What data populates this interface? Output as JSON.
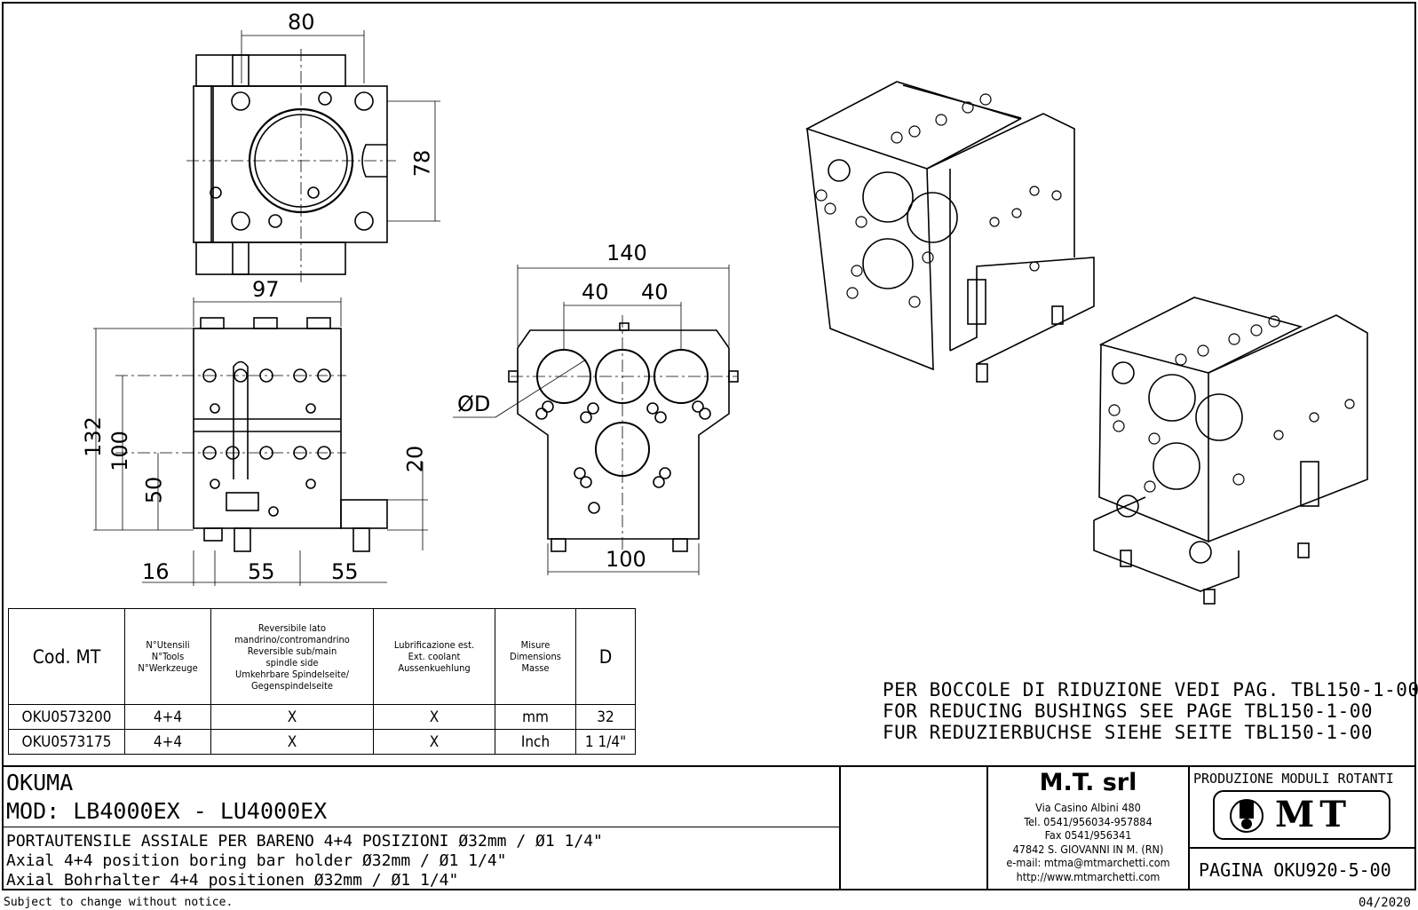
{
  "dimensions": {
    "top_width": "80",
    "top_height": "78",
    "side_width": "97",
    "side_total_height": "132",
    "side_mid_height": "100",
    "side_low_height": "50",
    "side_base_height": "20",
    "side_bottom_16": "16",
    "side_bottom_55a": "55",
    "side_bottom_55b": "55",
    "front_total_width": "140",
    "front_spacing_a": "40",
    "front_spacing_b": "40",
    "front_diameter": "ØD",
    "front_base_width": "100"
  },
  "spec_table": {
    "headers": {
      "code": "Cod. MT",
      "tools": [
        "N°Utensili",
        "N°Tools",
        "N°Werkzeuge"
      ],
      "reversible": [
        "Reversibile lato",
        "mandrino/contromandrino",
        "Reversible sub/main",
        "spindle side",
        "Umkehrbare Spindelseite/",
        "Gegenspindelseite"
      ],
      "coolant": [
        "Lubrificazione est.",
        "Ext. coolant",
        "Aussenkuehlung"
      ],
      "dimensions": [
        "Misure",
        "Dimensions",
        "Masse"
      ],
      "d": "D"
    },
    "rows": [
      {
        "code": "OKU0573200",
        "tools": "4+4",
        "reversible": "X",
        "coolant": "X",
        "units": "mm",
        "d": "32"
      },
      {
        "code": "OKU0573175",
        "tools": "4+4",
        "reversible": "X",
        "coolant": "X",
        "units": "Inch",
        "d": "1 1/4\""
      }
    ]
  },
  "notes": [
    "PER BOCCOLE DI RIDUZIONE VEDI PAG. TBL150-1-00",
    "FOR REDUCING BUSHINGS SEE PAGE TBL150-1-00",
    "FUR REDUZIERBUCHSE SIEHE SEITE TBL150-1-00"
  ],
  "title_block": {
    "machine": "OKUMA",
    "model": "MOD: LB4000EX - LU4000EX",
    "desc_it": "PORTAUTENSILE ASSIALE PER BARENO 4+4 POSIZIONI Ø32mm / Ø1 1/4\"",
    "desc_en": "Axial 4+4 position boring bar holder Ø32mm / Ø1 1/4\"",
    "desc_de": "Axial Bohrhalter 4+4 positionen Ø32mm / Ø1 1/4\"",
    "company": "M.T. srl",
    "address": [
      "Via Casino Albini 480",
      "Tel. 0541/956034-957884",
      "Fax 0541/956341",
      "47842 S. GIOVANNI IN M. (RN)",
      "e-mail: mtma@mtmarchetti.com",
      "http://www.mtmarchetti.com"
    ],
    "production": "PRODUZIONE MODULI ROTANTI",
    "logo_text": "MT",
    "page": "PAGINA OKU920-5-00"
  },
  "footer": {
    "disclaimer": "Subject to change without notice.",
    "date": "04/2020"
  }
}
